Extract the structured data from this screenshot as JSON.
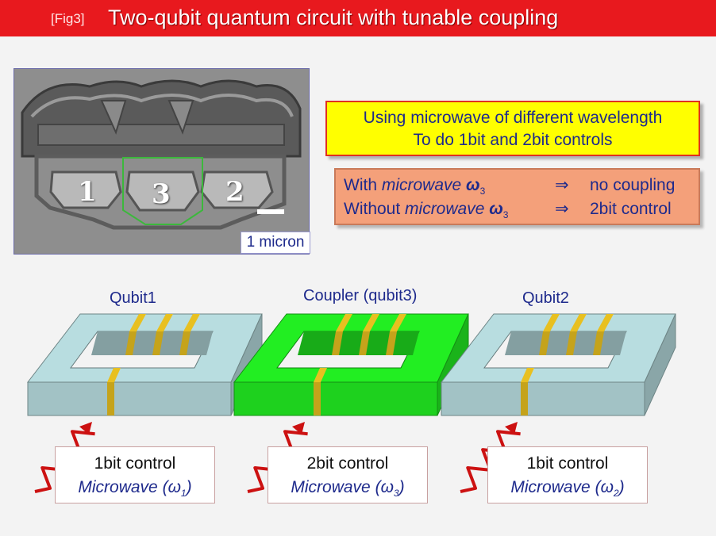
{
  "header": {
    "tag": "[Fig3]",
    "title": "Two-qubit quantum circuit with tunable coupling"
  },
  "micrograph": {
    "island_labels": [
      "1",
      "3",
      "2"
    ],
    "scale_label": "1 micron"
  },
  "yellow_box": {
    "line1": "Using microwave of different wavelength",
    "line2": "To do 1bit and 2bit controls"
  },
  "orange_box": {
    "row1": {
      "prefix": "With ",
      "italic": "microwave",
      "omega": "ω",
      "sub": "3",
      "arrow": "⇒",
      "result": "no coupling"
    },
    "row2": {
      "prefix": "Without ",
      "italic": "microwave",
      "omega": "ω",
      "sub": "3",
      "arrow": "⇒",
      "result": "2bit control"
    }
  },
  "qubits": [
    {
      "label": "Qubit1",
      "control": "1bit control",
      "microwave": "Microwave (",
      "omega": "ω",
      "sub": "1",
      "close": ")",
      "color": "#b8dde0"
    },
    {
      "label": "Coupler (qubit3)",
      "control": "2bit control",
      "microwave": "Microwave (",
      "omega": "ω",
      "sub": "3",
      "close": ")",
      "color": "#22ee22"
    },
    {
      "label": "Qubit2",
      "control": "1bit control",
      "microwave": "Microwave (",
      "omega": "ω",
      "sub": "2",
      "close": ")",
      "color": "#b8dde0"
    }
  ],
  "colors": {
    "title_bar": "#e8191e",
    "text_blue": "#1e2a8c",
    "junction": "#e8c020",
    "wave": "#cc1111"
  }
}
